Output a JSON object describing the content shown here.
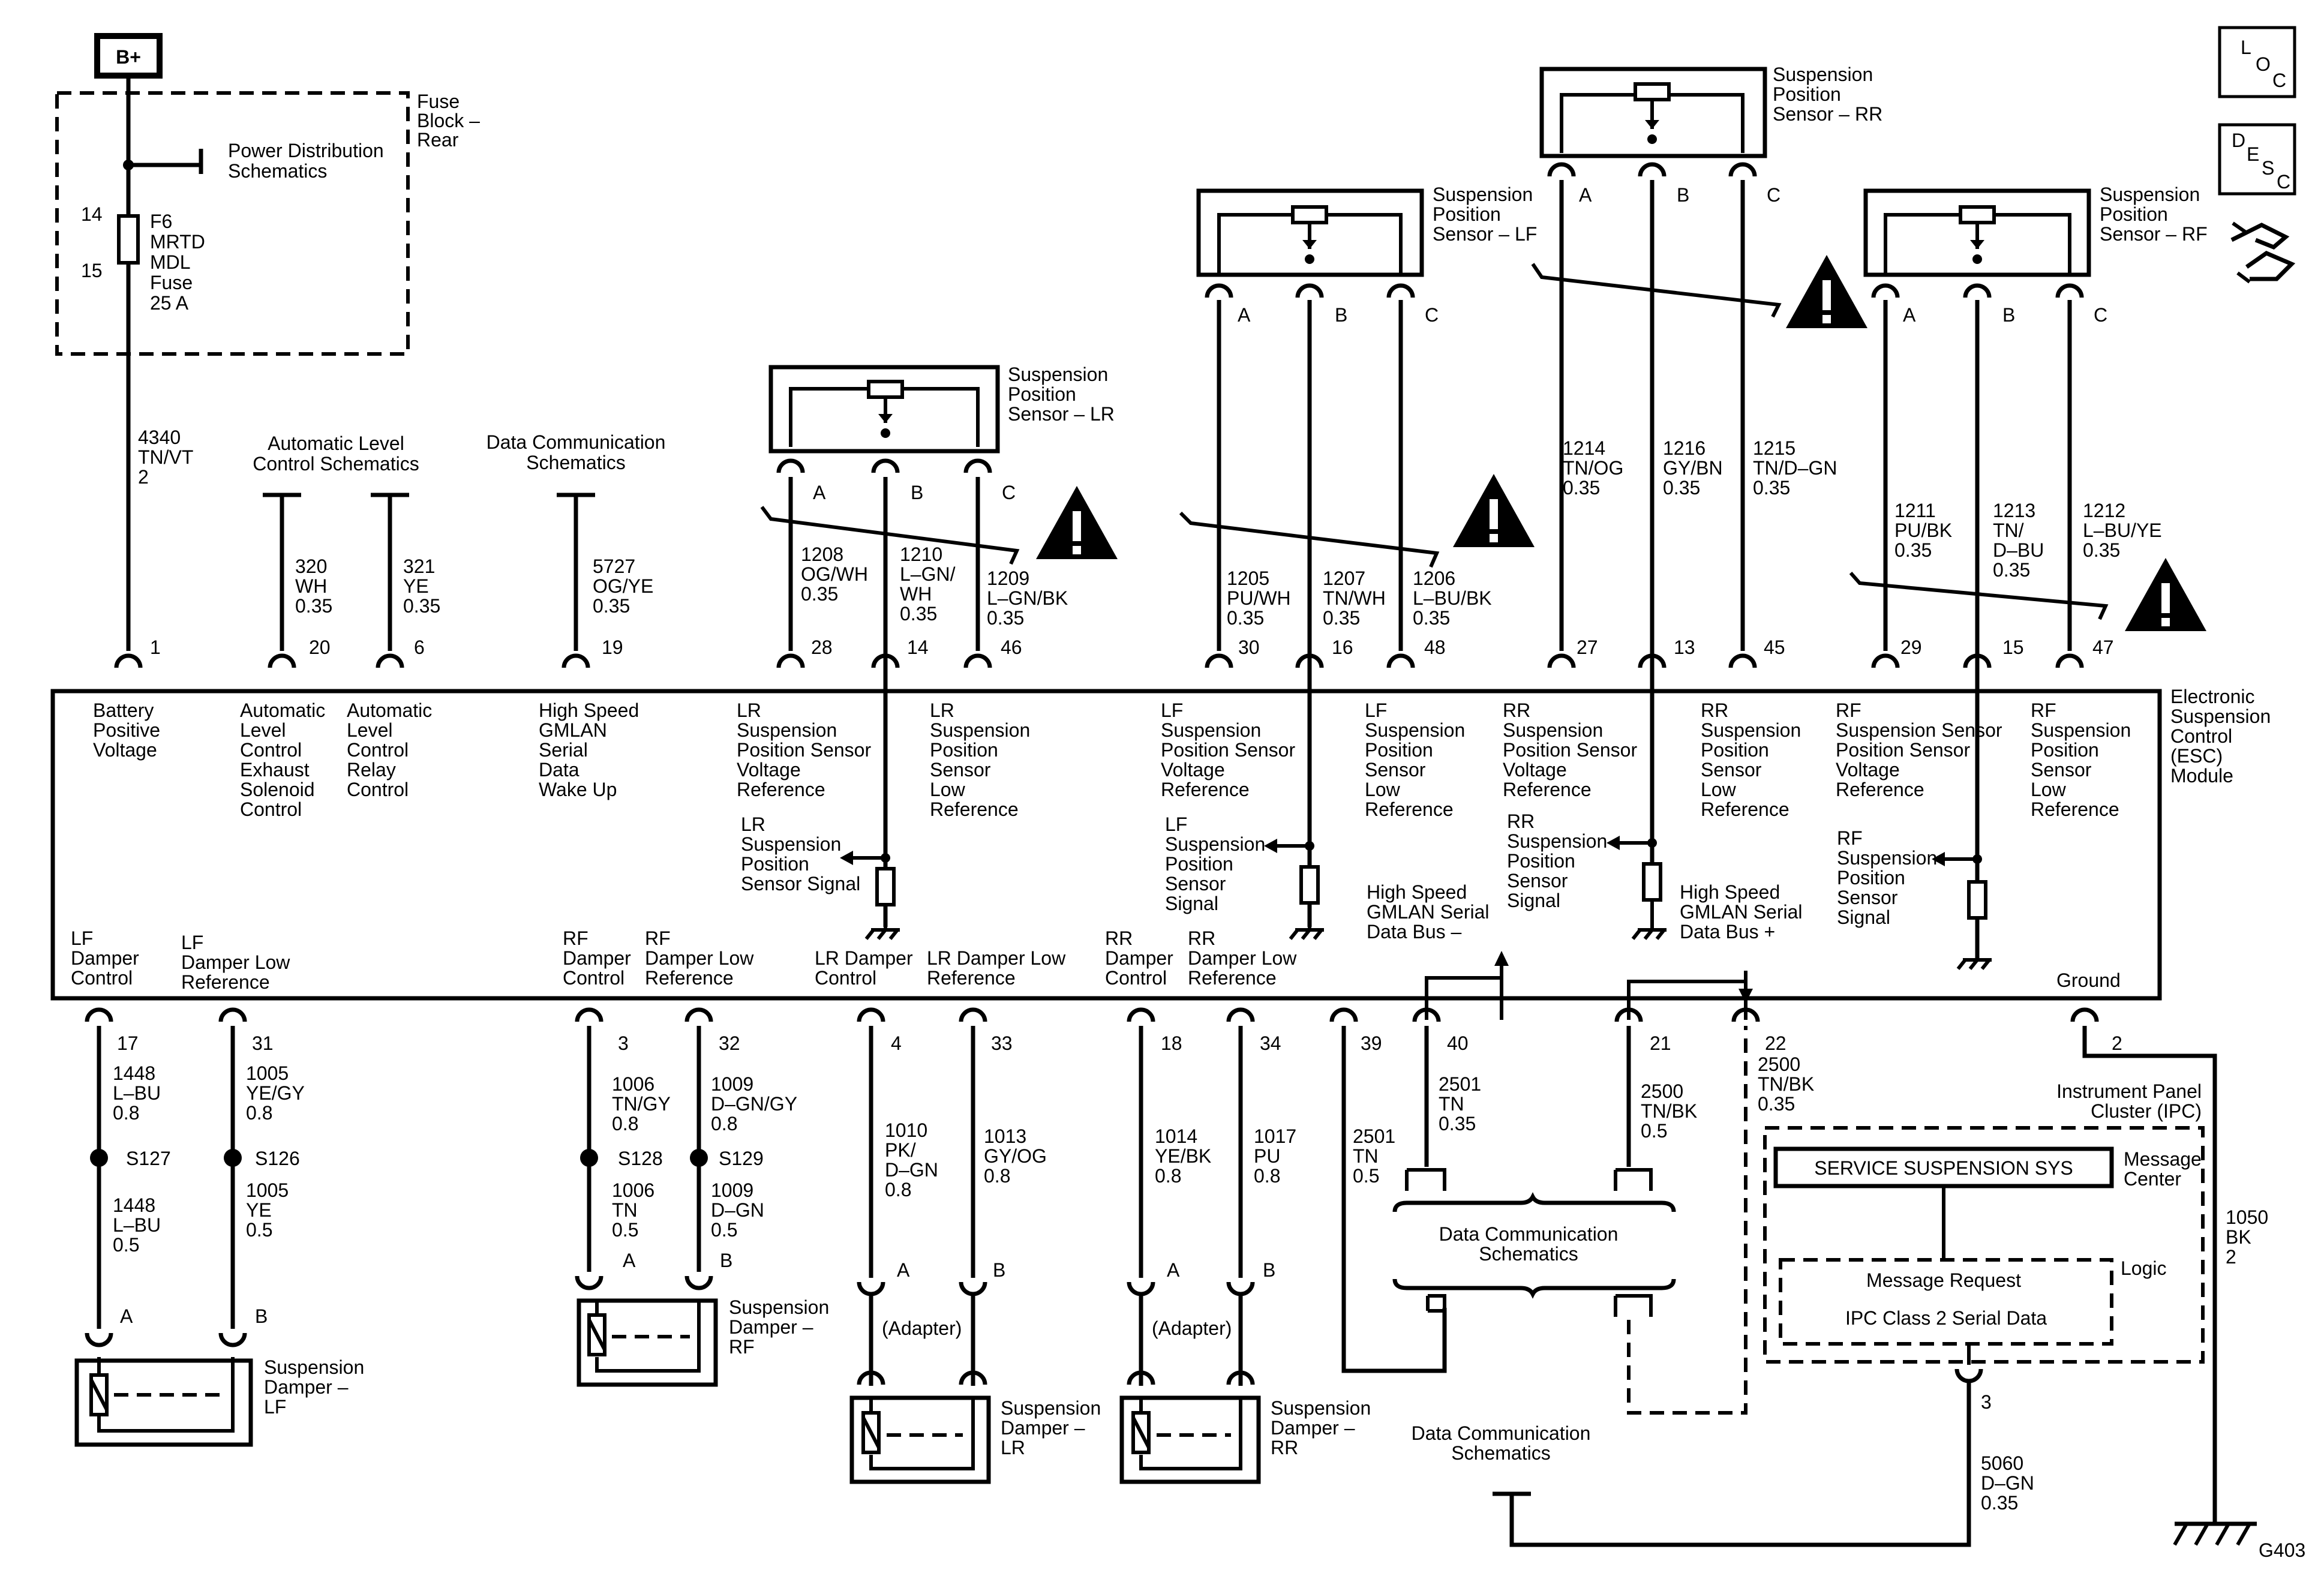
{
  "header": {
    "power": "B+",
    "loc": [
      "L",
      "O",
      "C"
    ],
    "desc": [
      "D",
      "E",
      "S",
      "C"
    ]
  },
  "fuse_block": {
    "title": [
      "Fuse",
      "Block –",
      "Rear"
    ],
    "pin_top": "14",
    "pin_bottom": "15",
    "fuse": [
      "F6",
      "MRTD",
      "MDL",
      "Fuse",
      "25 A"
    ],
    "ref": [
      "Power Distribution",
      "Schematics"
    ]
  },
  "module": {
    "title": [
      "Electronic",
      "Suspension",
      "Control",
      "(ESC)",
      "Module"
    ],
    "ground": "Ground"
  },
  "top_circuits": [
    {
      "pin": "1",
      "wire": [
        "4340",
        "TN/VT",
        "2"
      ],
      "label": [
        "Battery",
        "Positive",
        "Voltage"
      ]
    },
    {
      "pin": "20",
      "wire": [
        "320",
        "WH",
        "0.35"
      ],
      "label": [
        "Automatic",
        "Level",
        "Control",
        "Exhaust",
        "Solenoid",
        "Control"
      ]
    },
    {
      "pin": "6",
      "wire": [
        "321",
        "YE",
        "0.35"
      ],
      "label": [
        "Automatic",
        "Level",
        "Control",
        "Relay",
        "Control"
      ]
    },
    {
      "pin": "19",
      "wire": [
        "5727",
        "OG/YE",
        "0.35"
      ],
      "label": [
        "High Speed",
        "GMLAN",
        "Serial",
        "Data",
        "Wake Up"
      ]
    },
    {
      "pin": "28",
      "wire": [
        "1208",
        "OG/WH",
        "0.35"
      ],
      "label": [
        "LR",
        "Suspension",
        "Position Sensor",
        "Voltage",
        "Reference"
      ]
    },
    {
      "pin": "14",
      "wire": [
        "1210",
        "L–GN/",
        "WH",
        "0.35"
      ],
      "label": [
        "LR",
        "Suspension",
        "Position",
        "Sensor Signal"
      ]
    },
    {
      "pin": "46",
      "wire": [
        "1209",
        "L–GN/BK",
        "0.35"
      ],
      "label": [
        "LR",
        "Suspension",
        "Position",
        "Sensor",
        "Low",
        "Reference"
      ]
    },
    {
      "pin": "30",
      "wire": [
        "1205",
        "PU/WH",
        "0.35"
      ],
      "label": [
        "LF",
        "Suspension",
        "Position Sensor",
        "Voltage",
        "Reference"
      ]
    },
    {
      "pin": "16",
      "wire": [
        "1207",
        "TN/WH",
        "0.35"
      ],
      "label": [
        "LF",
        "Suspension",
        "Position",
        "Sensor",
        "Signal"
      ]
    },
    {
      "pin": "48",
      "wire": [
        "1206",
        "L–BU/BK",
        "0.35"
      ],
      "label": [
        "LF",
        "Suspension",
        "Position",
        "Sensor",
        "Low",
        "Reference"
      ]
    },
    {
      "pin": "27",
      "wire": [
        "1214",
        "TN/OG",
        "0.35"
      ],
      "label": [
        "RR",
        "Suspension",
        "Position Sensor",
        "Voltage",
        "Reference"
      ]
    },
    {
      "pin": "13",
      "wire": [
        "1216",
        "GY/BN",
        "0.35"
      ],
      "label": [
        "RR",
        "Suspension",
        "Position",
        "Sensor",
        "Signal"
      ]
    },
    {
      "pin": "45",
      "wire": [
        "1215",
        "TN/D–GN",
        "0.35"
      ],
      "label": [
        "RR",
        "Suspension",
        "Position",
        "Sensor",
        "Low",
        "Reference"
      ]
    },
    {
      "pin": "29",
      "wire": [
        "1211",
        "PU/BK",
        "0.35"
      ],
      "label": [
        "RF",
        "Suspension Sensor",
        "Position Sensor",
        "Voltage",
        "Reference"
      ]
    },
    {
      "pin": "15",
      "wire": [
        "1213",
        "TN/",
        "D–BU",
        "0.35"
      ],
      "label": [
        "RF",
        "Suspension",
        "Position",
        "Sensor",
        "Signal"
      ]
    },
    {
      "pin": "47",
      "wire": [
        "1212",
        "L–BU/YE",
        "0.35"
      ],
      "label": [
        "RF",
        "Suspension",
        "Position",
        "Sensor",
        "Low",
        "Reference"
      ]
    }
  ],
  "top_refs": {
    "alc": [
      "Automatic Level",
      "Control Schematics"
    ],
    "dcs": [
      "Data Communication",
      "Schematics"
    ]
  },
  "sensors": [
    {
      "name": [
        "Suspension",
        "Position",
        "Sensor – LR"
      ],
      "pins": [
        "A",
        "B",
        "C"
      ]
    },
    {
      "name": [
        "Suspension",
        "Position",
        "Sensor – LF"
      ],
      "pins": [
        "A",
        "B",
        "C"
      ]
    },
    {
      "name": [
        "Suspension",
        "Position",
        "Sensor – RR"
      ],
      "pins": [
        "A",
        "B",
        "C"
      ]
    },
    {
      "name": [
        "Suspension",
        "Position",
        "Sensor – RF"
      ],
      "pins": [
        "A",
        "B",
        "C"
      ]
    }
  ],
  "bottom_labels": {
    "lf_ctrl": [
      "LF",
      "Damper",
      "Control"
    ],
    "lf_low": [
      "LF",
      "Damper Low",
      "Reference"
    ],
    "rf_ctrl": [
      "RF",
      "Damper",
      "Control"
    ],
    "rf_low": [
      "RF",
      "Damper Low",
      "Reference"
    ],
    "lr_ctrl": [
      "LR Damper",
      "Control"
    ],
    "lr_low": [
      "LR Damper Low",
      "Reference"
    ],
    "rr_ctrl": [
      "RR",
      "Damper",
      "Control"
    ],
    "rr_low": [
      "RR",
      "Damper Low",
      "Reference"
    ],
    "bus_minus": [
      "High Speed",
      "GMLAN Serial",
      "Data Bus –"
    ],
    "bus_plus": [
      "High Speed",
      "GMLAN Serial",
      "Data Bus +"
    ]
  },
  "bottom_circuits": [
    {
      "pin": "17",
      "w1": [
        "1448",
        "L–BU",
        "0.8"
      ],
      "splice": "S127",
      "w2": [
        "1448",
        "L–BU",
        "0.5"
      ],
      "conn": "A"
    },
    {
      "pin": "31",
      "w1": [
        "1005",
        "YE/GY",
        "0.8"
      ],
      "splice": "S126",
      "w2": [
        "1005",
        "YE",
        "0.5"
      ],
      "conn": "B"
    },
    {
      "pin": "3",
      "w1": [
        "1006",
        "TN/GY",
        "0.8"
      ],
      "splice": "S128",
      "w2": [
        "1006",
        "TN",
        "0.5"
      ],
      "conn": "A"
    },
    {
      "pin": "32",
      "w1": [
        "1009",
        "D–GN/GY",
        "0.8"
      ],
      "splice": "S129",
      "w2": [
        "1009",
        "D–GN",
        "0.5"
      ],
      "conn": "B"
    },
    {
      "pin": "4",
      "w1": [
        "1010",
        "PK/",
        "D–GN",
        "0.8"
      ],
      "conn": "A"
    },
    {
      "pin": "33",
      "w1": [
        "1013",
        "GY/OG",
        "0.8"
      ],
      "conn": "B"
    },
    {
      "pin": "18",
      "w1": [
        "1014",
        "YE/BK",
        "0.8"
      ],
      "conn": "A"
    },
    {
      "pin": "34",
      "w1": [
        "1017",
        "PU",
        "0.8"
      ],
      "conn": "B"
    },
    {
      "pin": "39",
      "w1": [
        "2501",
        "TN",
        "0.5"
      ]
    },
    {
      "pin": "40",
      "w1": [
        "2501",
        "TN",
        "0.35"
      ]
    },
    {
      "pin": "21",
      "w1": [
        "2500",
        "TN/BK",
        "0.5"
      ]
    },
    {
      "pin": "22",
      "w1": [
        "2500",
        "TN/BK",
        "0.35"
      ]
    },
    {
      "pin": "2",
      "w1": [
        "1050",
        "BK",
        "2"
      ]
    }
  ],
  "dampers": {
    "lf": [
      "Suspension",
      "Damper –",
      "LF"
    ],
    "rf": [
      "Suspension",
      "Damper –",
      "RF"
    ],
    "lr": [
      "Suspension",
      "Damper –",
      "LR"
    ],
    "rr": [
      "Suspension",
      "Damper –",
      "RR"
    ],
    "adapter": "(Adapter)"
  },
  "ipc": {
    "title": [
      "Instrument Panel",
      "Cluster (IPC)"
    ],
    "message": "SERVICE SUSPENSION SYS",
    "msg_center": [
      "Message",
      "Center"
    ],
    "logic": "Logic",
    "logic_lines": [
      "Message Request",
      "IPC Class 2 Serial Data"
    ],
    "pin": "3",
    "wire": [
      "5060",
      "D–GN",
      "0.35"
    ]
  },
  "dcs_mid": [
    "Data Communication",
    "Schematics"
  ],
  "dcs_bottom": [
    "Data Communication",
    "Schematics"
  ],
  "ground_label": "G403"
}
